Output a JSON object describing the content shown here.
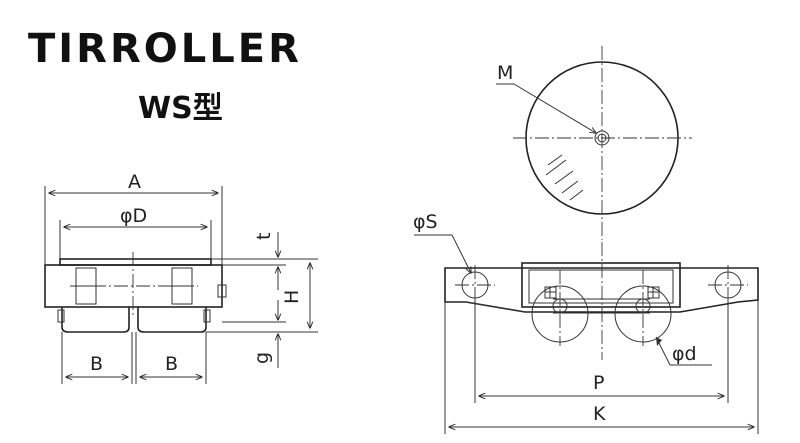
{
  "brand": {
    "logo": "TIRROLLER"
  },
  "model": {
    "name": "WS型"
  },
  "dimensions": {
    "A": "A",
    "D": "φD",
    "t": "t",
    "H": "H",
    "g": "g",
    "B_left": "B",
    "B_right": "B",
    "M": "M",
    "S": "φS",
    "d": "φd",
    "P": "P",
    "K": "K"
  }
}
